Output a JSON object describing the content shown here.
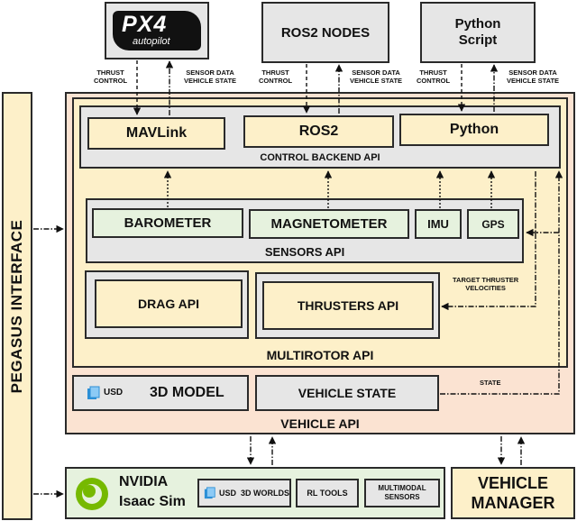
{
  "top_boxes": {
    "px4_logo_text": "PX4",
    "px4_logo_sub": "autopilot",
    "ros2_nodes": "ROS2 NODES",
    "python_script_line1": "Python",
    "python_script_line2": "Script"
  },
  "arrow_labels": {
    "thrust_control_l1": "THRUST",
    "thrust_control_l2": "CONTROL",
    "sensor_data_l1": "SENSOR DATA",
    "sensor_data_l2": "VEHICLE STATE",
    "target_thruster_l1": "TARGET THRUSTER",
    "target_thruster_l2": "VELOCITIES",
    "state": "STATE"
  },
  "pegasus_interface": "PEGASUS INTERFACE",
  "control_backend": {
    "title": "CONTROL BACKEND API",
    "mavlink": "MAVLink",
    "ros2": "ROS2",
    "python": "Python"
  },
  "sensors": {
    "title": "SENSORS API",
    "barometer": "BAROMETER",
    "magnetometer": "MAGNETOMETER",
    "imu": "IMU",
    "gps": "GPS"
  },
  "multirotor": {
    "title": "MULTIROTOR API",
    "drag": "DRAG API",
    "thrusters": "THRUSTERS API"
  },
  "vehicle": {
    "title": "VEHICLE API",
    "usd": "USD",
    "model_3d": "3D MODEL",
    "vehicle_state": "VEHICLE STATE"
  },
  "isaac": {
    "nvidia": "NVIDIA",
    "isaac_sim": "Isaac Sim",
    "usd": "USD",
    "worlds": "3D WORLDS",
    "rl_tools": "RL TOOLS",
    "multimodal_l1": "MULTIMODAL",
    "multimodal_l2": "SENSORS"
  },
  "vehicle_manager_l1": "VEHICLE",
  "vehicle_manager_l2": "MANAGER",
  "colors": {
    "cream": "#fdf0c9",
    "peach": "#fbe3d2",
    "grey": "#e6e6e6",
    "green": "#e6f2de",
    "nvidia_green": "#76b900",
    "usd_blue": "#2b8fd6"
  }
}
